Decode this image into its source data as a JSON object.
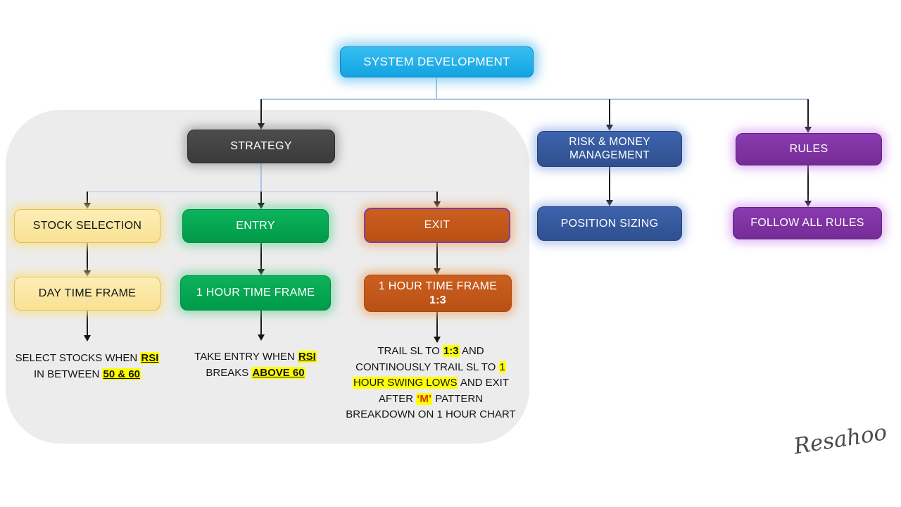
{
  "nodes": {
    "system_development": {
      "label": "SYSTEM DEVELOPMENT",
      "fill": "#1CA9E3"
    },
    "strategy": {
      "label": "STRATEGY",
      "fill": "#3F3F3F"
    },
    "risk_money": {
      "label": "RISK & MONEY MANAGEMENT",
      "fill": "#35569B"
    },
    "rules": {
      "label": "RULES",
      "fill": "#7E2F9E"
    },
    "stock_selection": {
      "label": "STOCK SELECTION",
      "fill": "#FBE6A2"
    },
    "entry": {
      "label": "ENTRY",
      "fill": "#01A550"
    },
    "exit": {
      "label": "EXIT",
      "fill": "#C2571B",
      "border": "#7B3FA0"
    },
    "position_sizing": {
      "label": "POSITION SIZING",
      "fill": "#35569B"
    },
    "follow_all_rules": {
      "label": "FOLLOW ALL RULES",
      "fill": "#7E2F9E"
    },
    "day_time_frame": {
      "label": "DAY TIME FRAME",
      "fill": "#FBE6A2"
    },
    "hour_time_frame_entry": {
      "label": "1 HOUR TIME FRAME",
      "fill": "#01A550"
    },
    "hour_time_frame_exit": {
      "label": "1 HOUR TIME FRAME",
      "sub_label": "1:3",
      "fill": "#C2571B"
    }
  },
  "notes": {
    "stock_selection_note": {
      "lines": [
        [
          {
            "t": "SELECT STOCKS WHEN "
          },
          {
            "t": "RSI",
            "hl": true,
            "b": true,
            "u": true
          }
        ],
        [
          {
            "t": "IN BETWEEN "
          },
          {
            "t": "50 & 60",
            "hl": true,
            "b": true,
            "u": true
          }
        ]
      ]
    },
    "entry_note": {
      "lines": [
        [
          {
            "t": "TAKE ENTRY WHEN "
          },
          {
            "t": "RSI",
            "hl": true,
            "b": true,
            "u": true
          }
        ],
        [
          {
            "t": "BREAKS "
          },
          {
            "t": "ABOVE 60",
            "hl": true,
            "b": true,
            "u": true
          }
        ]
      ]
    },
    "exit_note": {
      "lines": [
        [
          {
            "t": "TRAIL SL TO "
          },
          {
            "t": "1:3",
            "hl": true,
            "b": true
          },
          {
            "t": " AND"
          }
        ],
        [
          {
            "t": "CONTINOUSLY TRAIL SL TO "
          },
          {
            "t": "1",
            "hl": true
          }
        ],
        [
          {
            "t": "HOUR SWING LOWS",
            "hl": true
          },
          {
            "t": " AND EXIT"
          }
        ],
        [
          {
            "t": "AFTER "
          },
          {
            "t": "‘M’",
            "hl": true,
            "b": true,
            "c": "#D13600"
          },
          {
            "t": " PATTERN"
          }
        ],
        [
          {
            "t": "BREAKDOWN ON 1 HOUR CHART"
          }
        ]
      ]
    }
  },
  "signature": "Resahoo",
  "colors": {
    "highlight": "#FFFF00",
    "connector_blue": "#A9C4E3",
    "connector_black": "#141414",
    "panel_gray": "#ECECEC",
    "m_pattern_text": "#D13600"
  }
}
